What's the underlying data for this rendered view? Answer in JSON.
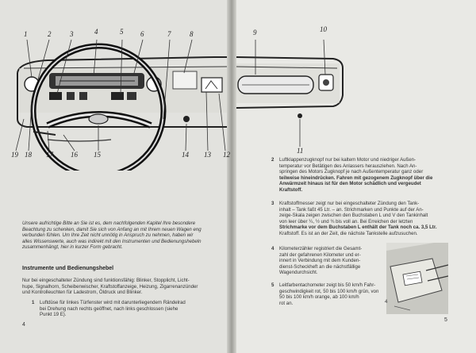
{
  "callouts": {
    "top_left": [
      "1",
      "2",
      "3",
      "4",
      "5",
      "6",
      "7",
      "8"
    ],
    "top_right": [
      "9",
      "10"
    ],
    "bottom": [
      "19",
      "18",
      "17",
      "16",
      "15",
      "14",
      "13",
      "12",
      "11"
    ]
  },
  "left_page": {
    "intro": [
      "Unsere aufrichtige Bitte an Sie ist es, dem nachfolgenden Kapitel Ihre besondere",
      "Beachtung zu schenken, damit Sie sich von Anfang an mit Ihrem neuen Wagen eng",
      "verbunden fühlen. Um Ihre Zeit nicht unnötig in Anspruch zu nehmen, haben wir",
      "alles Wissenswerte, auch was indirekt mit den Instrumenten und Bedienungshebeln",
      "zusammenhängt, hier in kurzer Form gebracht."
    ],
    "heading": "Instrumente und Bedienungshebel",
    "para": [
      "Nur bei eingeschalteter Zündung sind funktionsfähig: Blinker, Stopplicht, Licht-",
      "hupe, Signalhorn, Scheibenwischer, Kraftstoffanzeige, Heizung, Zigarrenanzünder",
      "und Kontrolleuchten für Ladestrom, Öldruck und Blinker."
    ],
    "item1": {
      "num": "1",
      "lines": [
        "Luftdüse für linkes Türfenster wird mit darunterliegendem Rändelrad",
        "bei Drehung nach rechts geöffnet, nach links geschlossen (siehe",
        "Punkt 19 E)."
      ]
    },
    "page_number": "4"
  },
  "right_page": {
    "items": [
      {
        "num": "2",
        "lines": [
          "Luftklappenzugknopf nur bei kaltem Motor und niedriger Außen-",
          "temperatur vor Betätigen des Anlassers herausziehen. Nach An-",
          "springen des Motors Zugknopf je nach Außentemperatur ganz oder",
          "teilweise hineindrücken. Fahren mit gezogenem Zugknopf über die",
          "Anwärmzeit hinaus ist für den Motor schädlich und vergeudet",
          "Kraftstoff."
        ]
      },
      {
        "num": "3",
        "lines": [
          "Kraftstoffmesser zeigt nur bei eingeschalteter Zündung den Tank-",
          "inhalt – Tank faßt 45 Ltr. – an. Strichmarken und Punkte auf der An-",
          "zeige-Skala zeigen zwischen den Buchstaben L und V den Tankinhalt",
          "von leer über ¼, ½ und ¾ bis voll an. Bei Erreichen der letzten",
          "Strichmarke vor dem Buchstaben L enthält der Tank noch ca. 3,5 Ltr.",
          "Kraftstoff. Es ist an der Zeit, die nächste Tankstelle aufzusuchen."
        ]
      },
      {
        "num": "4",
        "lines": [
          "Kilometerzähler registriert die Gesamt-",
          "zahl der gefahrenen Kilometer und er-",
          "innert in Verbindung mit dem Kunden-",
          "dienst-Scheckheft an die nächstfällige",
          "Wagendurchsicht."
        ]
      },
      {
        "num": "5",
        "lines": [
          "Leitfarbentachometer zeigt bis 50 km/h Fahr-",
          "geschwindigkeit rot, 50 bis 100 km/h grün, von",
          "50 bis 100 km/h orange, ab 100 km/h",
          "rot an."
        ]
      }
    ],
    "inset_label": "4",
    "page_number": "5"
  }
}
